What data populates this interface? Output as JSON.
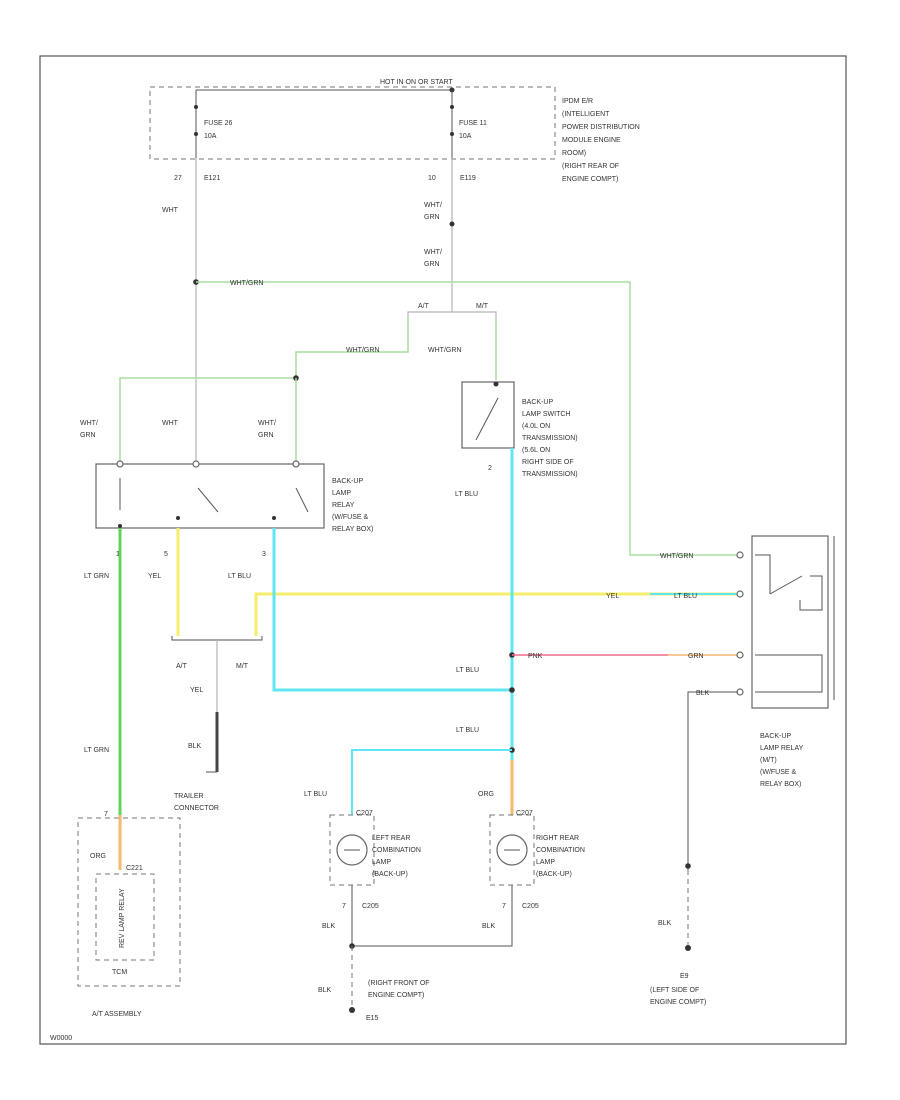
{
  "colors": {
    "green": "#a8dfa0",
    "bright_green": "#5fd35a",
    "yellow": "#f4ee6a",
    "cyan": "#5ee7f2",
    "pink": "#f06a8c",
    "orange": "#f5b96a",
    "gray": "#b5b5b5",
    "dark": "#555555"
  },
  "labels": {
    "hot_run_start": "HOT IN ON OR START",
    "fuse26": "FUSE 26",
    "fuse26_amp": "10A",
    "fuse11": "FUSE 11",
    "fuse11_amp": "10A",
    "ipdm": [
      "IPDM E/R",
      "(INTELLIGENT",
      "POWER DISTRIBUTION",
      "MODULE ENGINE",
      "ROOM)",
      "(RIGHT REAR OF",
      "ENGINE COMPT)"
    ],
    "pin27": "27",
    "conn_e121": "E121",
    "pin10": "10",
    "conn_e119": "E119",
    "wht": "WHT",
    "wht_grn_a": "WHT/",
    "wht_grn_b": "GRN",
    "wht_grn_h": "WHT/GRN",
    "at": "A/T",
    "mt": "M/T",
    "backup_switch": [
      "BACK-UP",
      "LAMP SWITCH",
      "(4.0L ON",
      "TRANSMISSION)",
      "(5.6L ON",
      "RIGHT SIDE OF",
      "TRANSMISSION)"
    ],
    "relay_at": [
      "BACK-UP",
      "LAMP",
      "RELAY",
      "(W/FUSE &",
      "RELAY BOX)"
    ],
    "relay_mt": [
      "BACK-UP",
      "LAMP RELAY",
      "(M/T)",
      "(W/FUSE &",
      "RELAY BOX)"
    ],
    "pin1": "1",
    "pin3": "3",
    "pin2": "2",
    "pin5": "5",
    "lt_grn": "LT GRN",
    "yel": "YEL",
    "lt_blu": "LT BLU",
    "pnk": "PNK",
    "grn": "GRN",
    "blk": "BLK",
    "org": "ORG",
    "trailer": [
      "TRAILER",
      "CONNECTOR"
    ],
    "left_lamp": [
      "LEFT REAR",
      "COMBINATION",
      "LAMP",
      "(BACK-UP)"
    ],
    "right_lamp": [
      "RIGHT REAR",
      "COMBINATION",
      "LAMP",
      "(BACK-UP)"
    ],
    "conn_c207": "C207",
    "conn_c205": "C205",
    "pin7": "7",
    "ground_right": [
      "(RIGHT FRONT OF",
      "ENGINE COMPT)"
    ],
    "ground_e15": "E15",
    "ground_e9": "E9",
    "ground_left": [
      "(LEFT SIDE OF",
      "ENGINE COMPT)"
    ],
    "tcm": "TCM",
    "tcm_vertical": "REV LAMP RELAY",
    "conn_c221": "C221",
    "at_assembly": "A/T ASSEMBLY",
    "code": "W0000"
  }
}
